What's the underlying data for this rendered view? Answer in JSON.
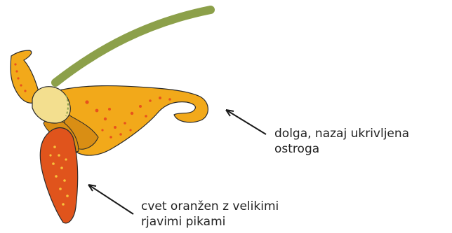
{
  "labels": {
    "spur_line1": "dolga, nazaj ukrivljena",
    "spur_line2": "ostroga",
    "color_line1": "cvet oranžen z velikimi",
    "color_line2": "rjavimi pikami"
  },
  "colors": {
    "stem": "#8ca04a",
    "petal_yellow": "#f2a91a",
    "petal_shadow": "#d98e14",
    "lip_orange": "#e0541c",
    "hood": "#f3df8f",
    "spots": "#e8521d",
    "dots_light": "#f7c33b",
    "outline": "#2a2a2a",
    "arrow": "#1a1a1a"
  }
}
